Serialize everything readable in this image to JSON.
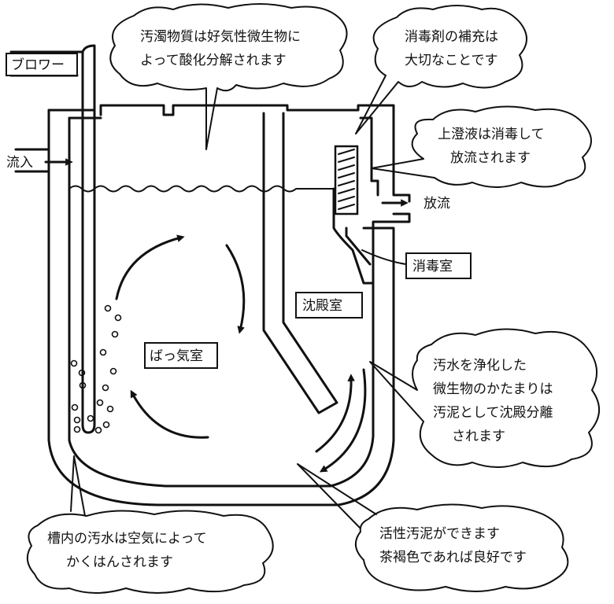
{
  "labels": {
    "blower": "ブロワー",
    "inflow": "流入",
    "outflow": "放流",
    "aeration_room": "ばっ気室",
    "settling_room": "沈殿室",
    "disinfection_room": "消毒室"
  },
  "callouts": {
    "oxidation": [
      "汚濁物質は好気性微生物に",
      "よって酸化分解されます"
    ],
    "disinfectant": [
      "消毒剤の補充は",
      "大切なことです"
    ],
    "supernatant": [
      "上澄液は消毒して",
      "放流されます"
    ],
    "sludge": [
      "汚水を浄化した",
      "微生物のかたまりは",
      "汚泥として沈殿分離",
      "されます"
    ],
    "stirring": [
      "槽内の汚水は空気によって",
      "かくはんされます"
    ],
    "activated_sludge": [
      "活性汚泥ができます",
      "茶褐色であれば良好です"
    ]
  }
}
